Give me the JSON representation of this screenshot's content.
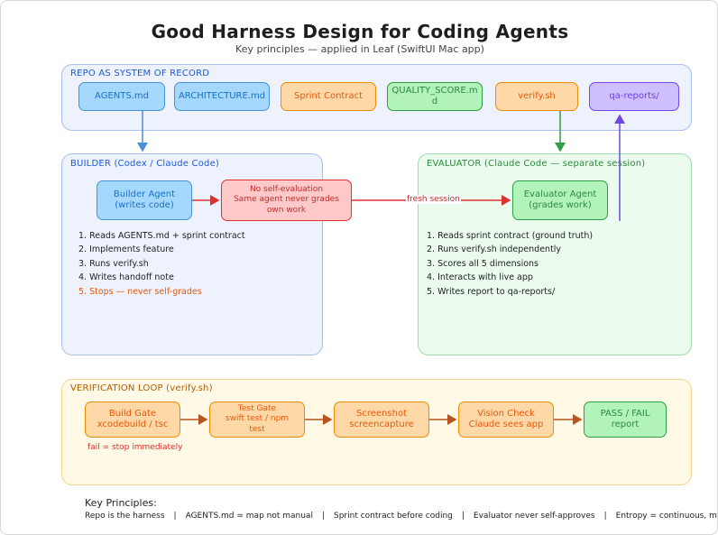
{
  "header": {
    "title": "Good Harness Design for Coding Agents",
    "subtitle": "Key principles — applied in Leaf (SwiftUI Mac app)"
  },
  "repo": {
    "title": "REPO AS SYSTEM OF RECORD",
    "files": [
      "AGENTS.md",
      "ARCHITECTURE.md",
      "Sprint Contract",
      "QUALITY_SCORE.md",
      "verify.sh",
      "qa-reports/"
    ]
  },
  "builder": {
    "title": "BUILDER (Codex / Claude Code)",
    "agent_label": "Builder Agent\n(writes code)",
    "steps": [
      "1. Reads AGENTS.md + sprint contract",
      "2. Implements feature",
      "3. Runs verify.sh",
      "4. Writes handoff note",
      "5. Stops — never self-grades"
    ]
  },
  "middle": {
    "no_self_eval": "No self-evaluation\nSame agent never grades own work",
    "fresh_session": "fresh session"
  },
  "evaluator": {
    "title": "EVALUATOR (Claude Code — separate session)",
    "agent_label": "Evaluator Agent\n(grades work)",
    "steps": [
      "1. Reads sprint contract (ground truth)",
      "2. Runs verify.sh independently",
      "3. Scores all 5 dimensions",
      "4. Interacts with live app",
      "5. Writes report to qa-reports/"
    ]
  },
  "verification": {
    "title": "VERIFICATION LOOP (verify.sh)",
    "stages": [
      "Build Gate\nxcodebuild / tsc",
      "Test Gate\nswift test / npm\ntest",
      "Screenshot\nscreencapture",
      "Vision Check\nClaude sees app",
      "PASS / FAIL\nreport"
    ],
    "fail_note": "fail = stop immediately"
  },
  "principles": {
    "title": "Key Principles:",
    "items": [
      "Repo is the harness",
      "AGENTS.md = map not manual",
      "Sprint contract before coding",
      "Evaluator never self-approves",
      "Entropy = continuous, m"
    ]
  },
  "colors": {
    "blue_fill": "#a5d8ff",
    "blue_stroke": "#4a90d9",
    "orange_fill": "#ffd8a8",
    "orange_stroke": "#f08c00",
    "green_fill": "#b2f2bb",
    "green_stroke": "#2f9e44",
    "purple_fill": "#d0bfff",
    "purple_stroke": "#7048e8",
    "red_fill": "#ffc9c9",
    "red_stroke": "#e03131"
  }
}
